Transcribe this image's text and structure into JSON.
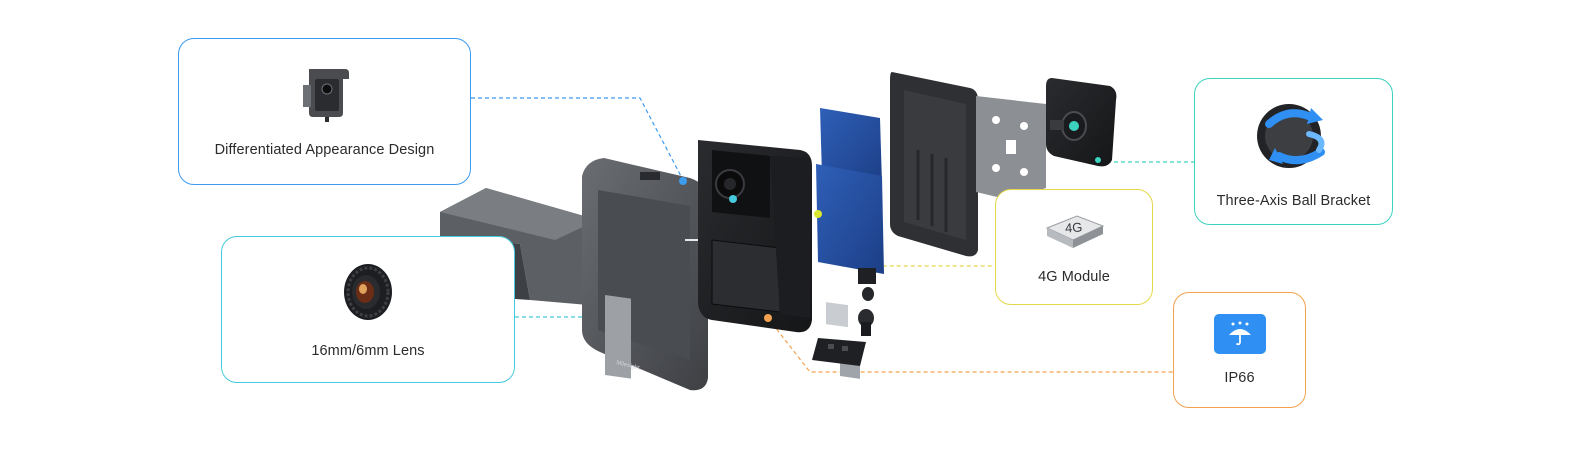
{
  "cards": {
    "design": {
      "label": "Differentiated Appearance Design",
      "icon": "camera-device-icon",
      "color": "#3d9bf0"
    },
    "lens": {
      "label": "16mm/6mm Lens",
      "icon": "lens-icon",
      "color": "#46c9dc"
    },
    "ball": {
      "label": "Three-Axis Ball Bracket",
      "icon": "ball-bracket-icon",
      "color": "#3dd2c0"
    },
    "module": {
      "label": "4G Module",
      "icon": "4g-chip-icon",
      "chip_text": "4G",
      "color": "#e5d84a"
    },
    "ip": {
      "label": "IP66",
      "icon": "umbrella-icon",
      "color": "#f3a24f"
    }
  },
  "product": {
    "icon": "exploded-camera-illustration",
    "housing_brand": "Milesight"
  }
}
